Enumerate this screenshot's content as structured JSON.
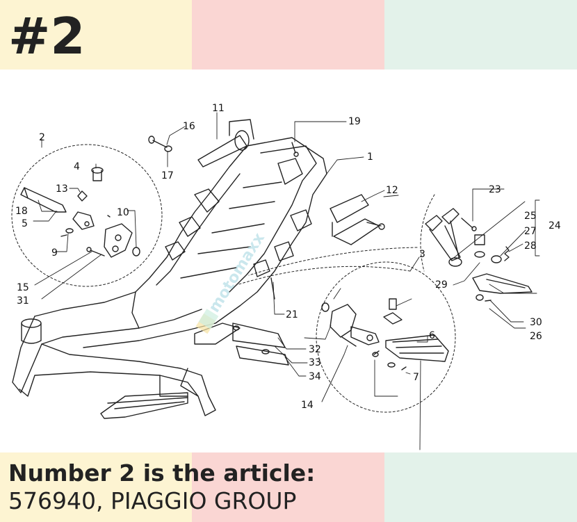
{
  "header": {
    "page_number": "#2"
  },
  "diagram": {
    "callouts": [
      "1",
      "2",
      "3",
      "4",
      "5",
      "6",
      "7",
      "9",
      "10",
      "11",
      "12",
      "13",
      "14",
      "15",
      "16",
      "17",
      "18",
      "19",
      "21",
      "23",
      "24",
      "25",
      "26",
      "27",
      "28",
      "29",
      "30",
      "31",
      "32",
      "33",
      "34"
    ],
    "watermark": "motomaxx"
  },
  "caption": {
    "title": "Number 2 is the article:",
    "detail": "576940, PIAGGIO GROUP"
  },
  "colors": {
    "band_yellow": "#fdf4d2",
    "band_pink": "#fad6d3",
    "band_green": "#e3f2ea",
    "text": "#222222"
  }
}
